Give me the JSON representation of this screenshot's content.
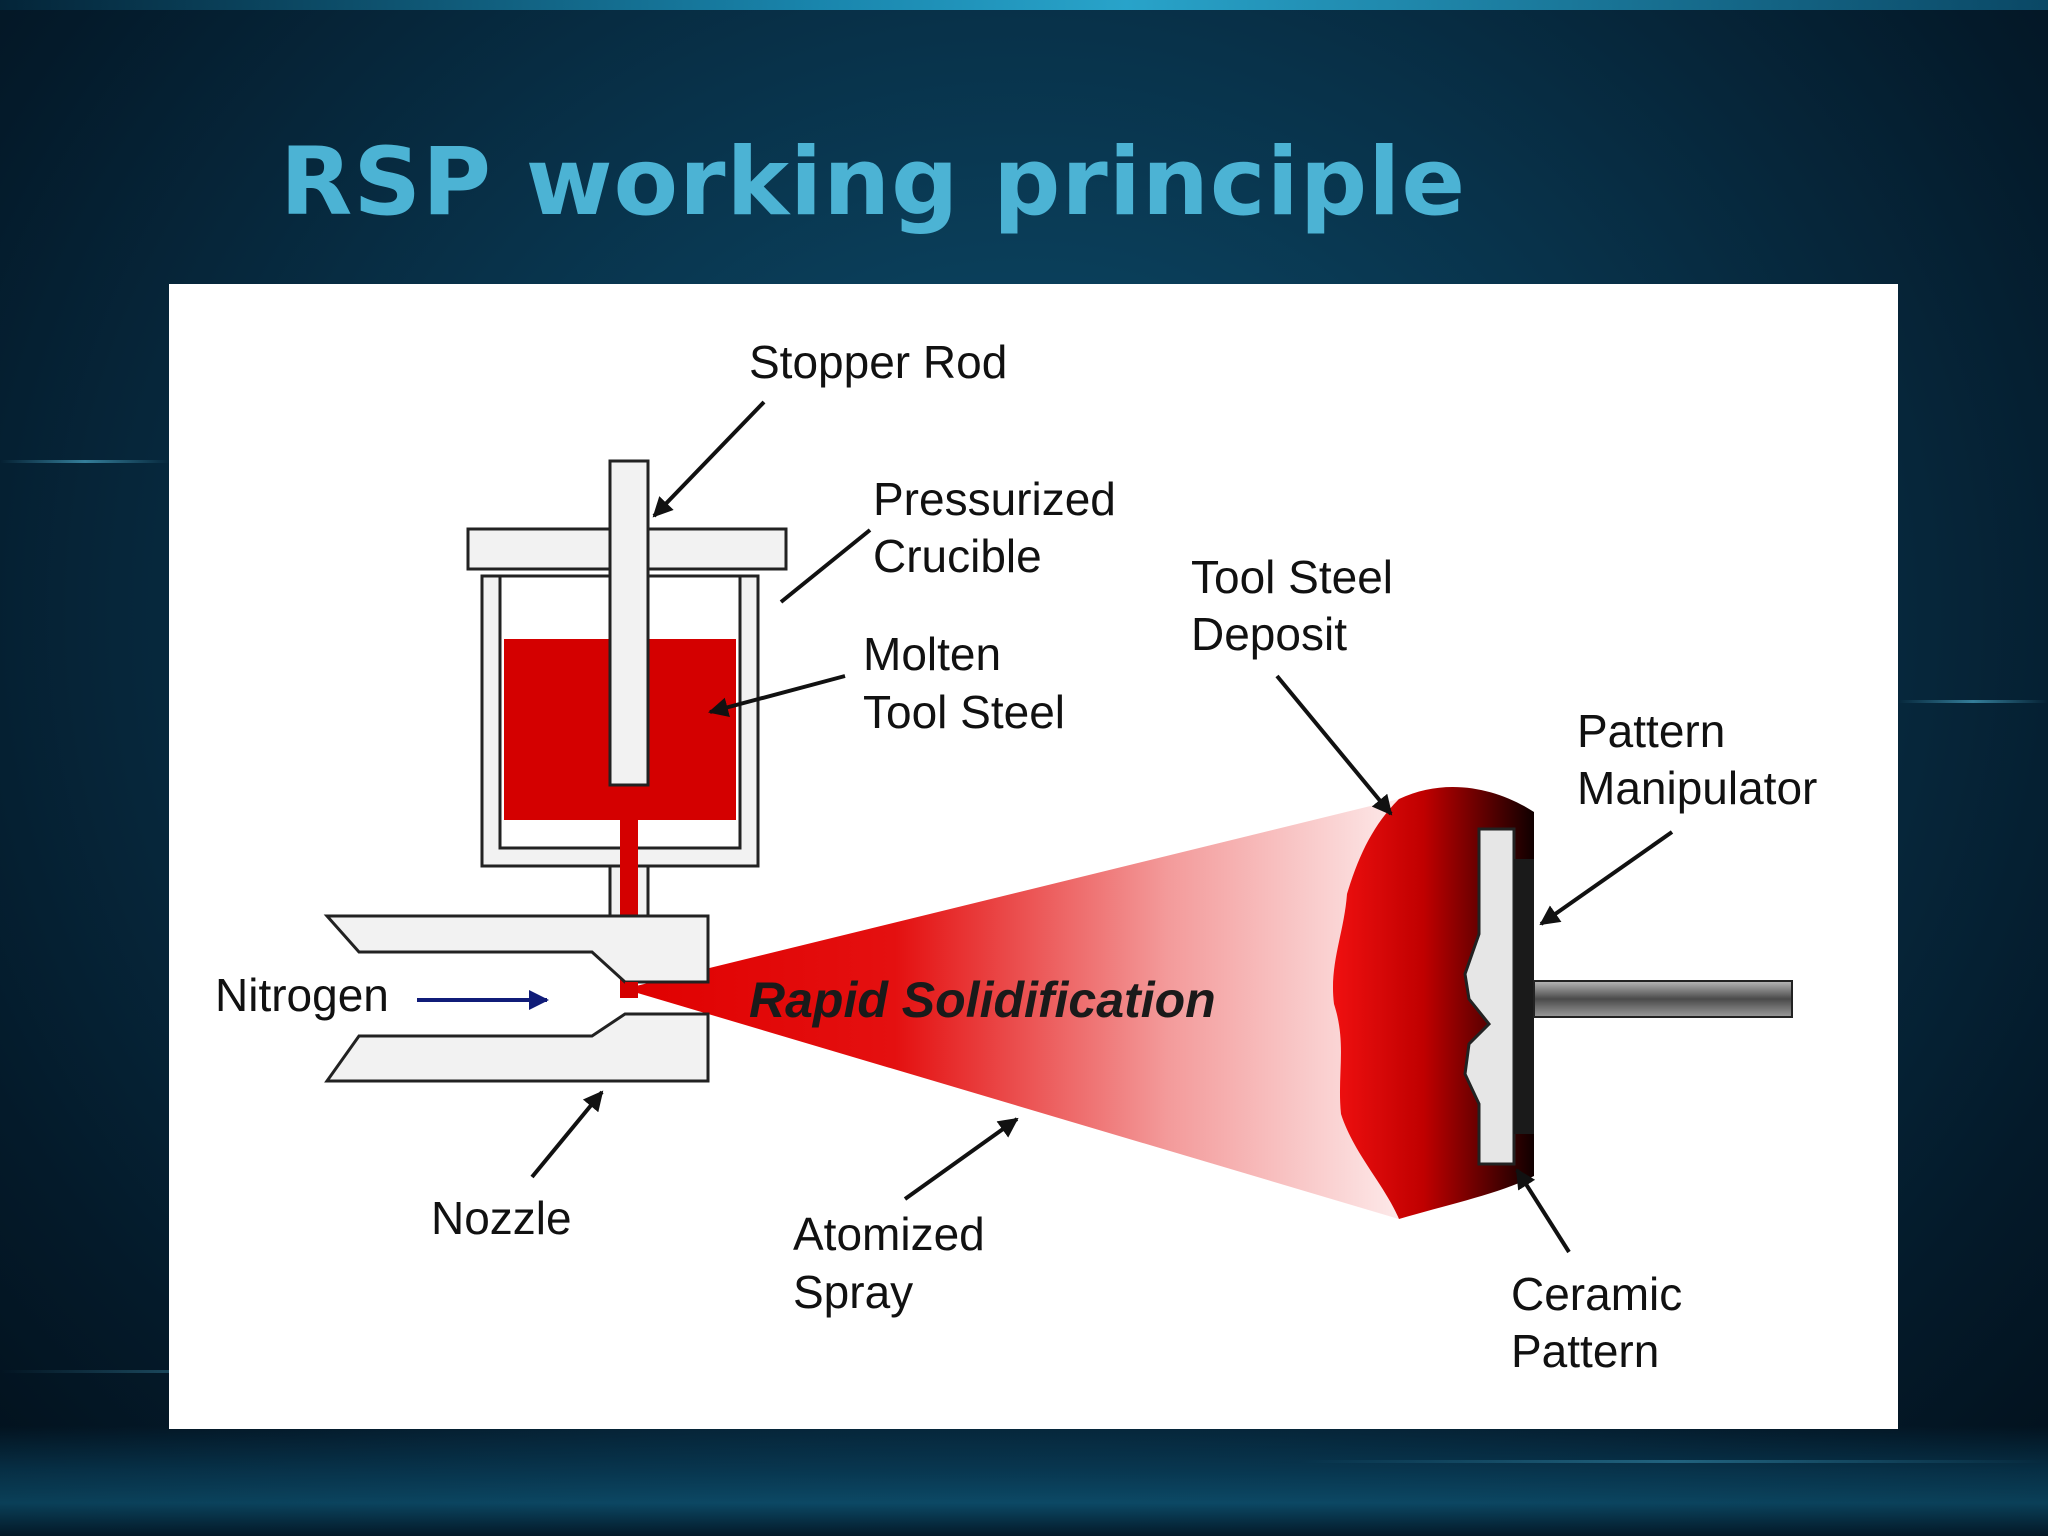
{
  "slide": {
    "title": "RSP working principle",
    "colors": {
      "title": "#4cb3d4",
      "background": "#08324a",
      "molten_steel": "#d40000",
      "panel": "#ffffff"
    }
  },
  "diagram": {
    "labels": {
      "stopper_rod": "Stopper Rod",
      "pressurized_crucible_1": "Pressurized",
      "pressurized_crucible_2": "Crucible",
      "molten_tool_steel_1": "Molten",
      "molten_tool_steel_2": "Tool Steel",
      "tool_steel_deposit_1": "Tool Steel",
      "tool_steel_deposit_2": "Deposit",
      "pattern_manipulator_1": "Pattern",
      "pattern_manipulator_2": "Manipulator",
      "nitrogen": "Nitrogen",
      "rapid_solidification": "Rapid Solidification",
      "nozzle": "Nozzle",
      "atomized_spray_1": "Atomized",
      "atomized_spray_2": "Spray",
      "ceramic_pattern_1": "Ceramic",
      "ceramic_pattern_2": "Pattern"
    }
  }
}
